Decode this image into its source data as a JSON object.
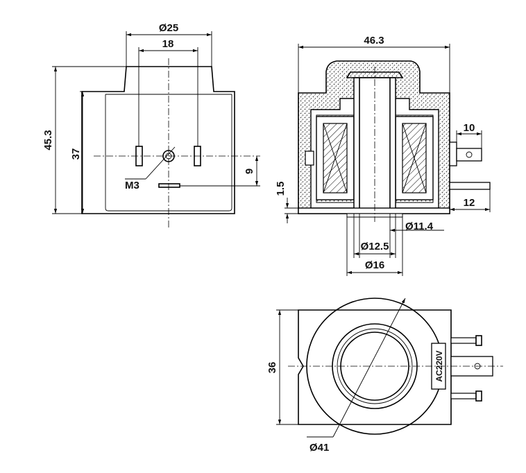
{
  "front_view": {
    "dim_outer_diameter": "Ø25",
    "dim_pin_spacing": "18",
    "dim_total_height": "45.3",
    "dim_body_height": "37",
    "dim_screw_offset": "9",
    "label_screw": "M3"
  },
  "section_view": {
    "dim_width": "46.3",
    "dim_terminal_10": "10",
    "dim_terminal_12": "12",
    "dim_base": "1.5",
    "dim_bore_11_4": "Ø11.4",
    "dim_bore_12_5": "Ø12.5",
    "dim_bore_16": "Ø16"
  },
  "top_view": {
    "dim_height": "36",
    "dim_diameter": "Ø41",
    "voltage_label": "AC220V"
  }
}
